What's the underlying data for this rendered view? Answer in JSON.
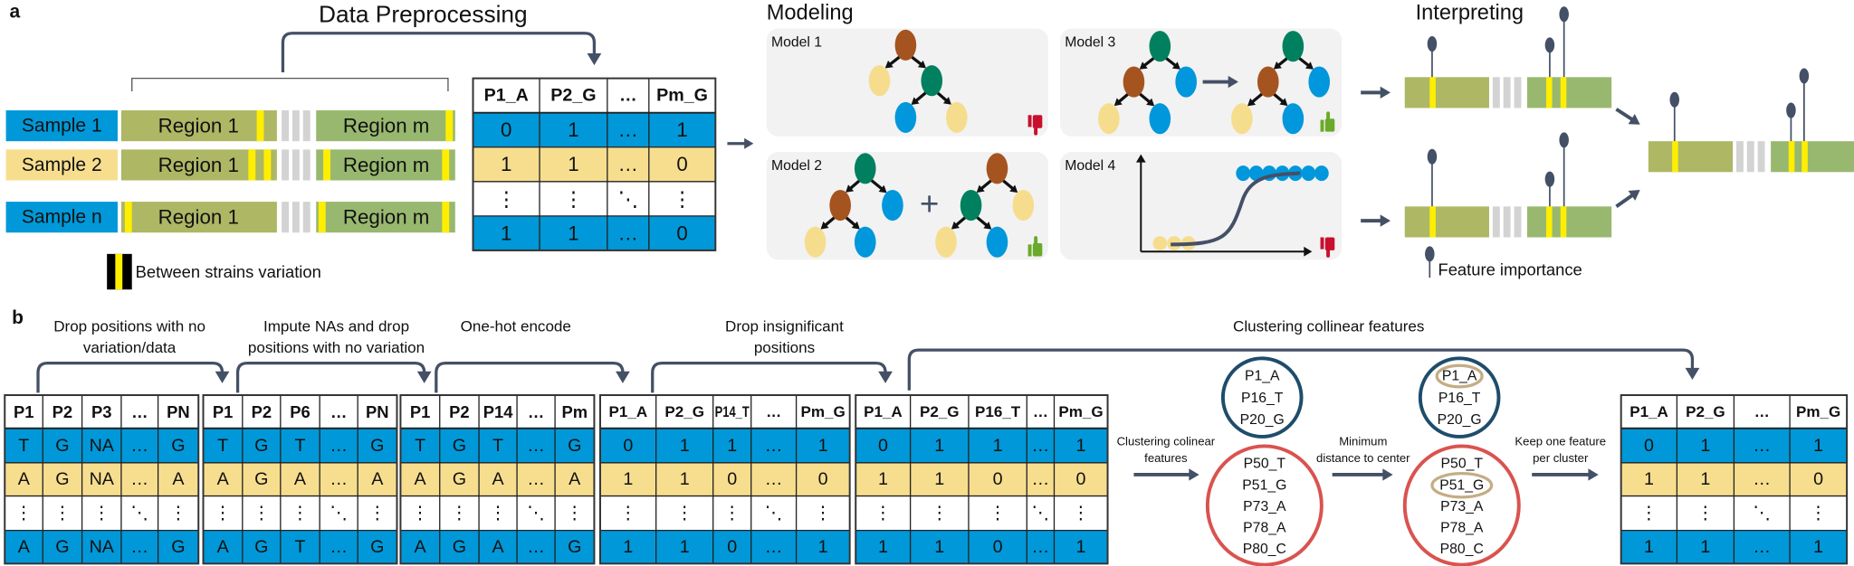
{
  "colors": {
    "sample_blue": "#0098d8",
    "sample_beige": "#f7de8f",
    "region_olive": "#adb764",
    "region_green": "#98b86f",
    "gap_gray": "#d3d3d3",
    "variation_yellow": "#ffee00",
    "arrow_slate": "#445066",
    "panel_bg": "#f2f2f2",
    "node_brown": "#a5541f",
    "node_green": "#00805e",
    "node_blue": "#0097dc",
    "node_beige": "#f6dd8e",
    "thumbs_down_red": "#c8102e",
    "thumbs_up_green": "#6aaa2a",
    "cluster_blue": "#1e4d6b",
    "cluster_red": "#d9534f",
    "selected_tan": "#c4ad84"
  },
  "panel_a": {
    "label": "a",
    "data_preprocessing": {
      "title": "Data Preprocessing",
      "samples": [
        {
          "label": "Sample 1",
          "region_first": "Region 1",
          "region_last": "Region m"
        },
        {
          "label": "Sample 2",
          "region_first": "Region 1",
          "region_last": "Region m"
        },
        {
          "label": "Sample n",
          "region_first": "Region 1",
          "region_last": "Region m"
        }
      ],
      "legend": "Between strains variation",
      "table": {
        "header": [
          "P1_A",
          "P2_G",
          "…",
          "Pm_G"
        ],
        "rows": [
          [
            "0",
            "1",
            "…",
            "1"
          ],
          [
            "1",
            "1",
            "…",
            "0"
          ],
          [
            "⋮",
            "⋮",
            "⋱",
            "⋮"
          ],
          [
            "1",
            "1",
            "…",
            "0"
          ]
        ]
      }
    },
    "modeling": {
      "title": "Modeling",
      "models": [
        {
          "label": "Model 1",
          "verdict": "thumbs-down"
        },
        {
          "label": "Model 2",
          "verdict": "thumbs-up"
        },
        {
          "label": "Model 3",
          "verdict": "thumbs-up"
        },
        {
          "label": "Model 4",
          "verdict": "thumbs-down"
        }
      ],
      "plus": "+"
    },
    "interpreting": {
      "title": "Interpreting",
      "legend": "Feature importance"
    }
  },
  "panel_b": {
    "label": "b",
    "steps": [
      {
        "lines": [
          "Drop positions with no",
          "variation/data"
        ]
      },
      {
        "lines": [
          "Impute NAs and drop",
          "positions with no variation"
        ]
      },
      {
        "lines": [
          "One-hot encode"
        ]
      },
      {
        "lines": [
          "Drop insignificant",
          "positions"
        ]
      },
      {
        "lines": [
          "Clustering collinear features"
        ]
      }
    ],
    "tables": [
      {
        "header": [
          "P1",
          "P2",
          "P3",
          "…",
          "PN"
        ],
        "rows": [
          [
            "T",
            "G",
            "NA",
            "…",
            "G"
          ],
          [
            "A",
            "G",
            "NA",
            "…",
            "A"
          ],
          [
            "⋮",
            "⋮",
            "⋮",
            "⋱",
            "⋮"
          ],
          [
            "A",
            "G",
            "NA",
            "…",
            "G"
          ]
        ]
      },
      {
        "header": [
          "P1",
          "P2",
          "P6",
          "…",
          "PN"
        ],
        "rows": [
          [
            "T",
            "G",
            "T",
            "…",
            "G"
          ],
          [
            "A",
            "G",
            "A",
            "…",
            "A"
          ],
          [
            "⋮",
            "⋮",
            "⋮",
            "⋱",
            "⋮"
          ],
          [
            "A",
            "G",
            "T",
            "…",
            "G"
          ]
        ]
      },
      {
        "header": [
          "P1",
          "P2",
          "P14",
          "…",
          "Pm"
        ],
        "rows": [
          [
            "T",
            "G",
            "T",
            "…",
            "G"
          ],
          [
            "A",
            "G",
            "A",
            "…",
            "A"
          ],
          [
            "⋮",
            "⋮",
            "⋮",
            "⋱",
            "⋮"
          ],
          [
            "A",
            "G",
            "A",
            "…",
            "G"
          ]
        ]
      },
      {
        "header": [
          "P1_A",
          "P2_G",
          "P14_T",
          "…",
          "Pm_G"
        ],
        "rows": [
          [
            "0",
            "1",
            "1",
            "…",
            "1"
          ],
          [
            "1",
            "1",
            "0",
            "…",
            "0"
          ],
          [
            "⋮",
            "⋮",
            "⋮",
            "⋱",
            "⋮"
          ],
          [
            "1",
            "1",
            "0",
            "…",
            "1"
          ]
        ]
      },
      {
        "header": [
          "P1_A",
          "P2_G",
          "P16_T",
          "…",
          "Pm_G"
        ],
        "rows": [
          [
            "0",
            "1",
            "1",
            "…",
            "1"
          ],
          [
            "1",
            "1",
            "0",
            "…",
            "0"
          ],
          [
            "⋮",
            "⋮",
            "⋮",
            "⋱",
            "⋮"
          ],
          [
            "1",
            "1",
            "0",
            "…",
            "1"
          ]
        ]
      },
      {
        "header": [
          "P1_A",
          "P2_G",
          "…",
          "Pm_G"
        ],
        "rows": [
          [
            "0",
            "1",
            "…",
            "1"
          ],
          [
            "1",
            "1",
            "…",
            "0"
          ],
          [
            "⋮",
            "⋮",
            "⋱",
            "⋮"
          ],
          [
            "1",
            "1",
            "…",
            "1"
          ]
        ]
      }
    ],
    "clustering": {
      "transitions": [
        {
          "lines": [
            "Clustering colinear",
            "features"
          ]
        },
        {
          "lines": [
            "Minimum",
            "distance to center"
          ]
        },
        {
          "lines": [
            "Keep one feature",
            "per cluster"
          ]
        }
      ],
      "cluster_1": [
        "P1_A",
        "P16_T",
        "P20_G"
      ],
      "cluster_2": [
        "P50_T",
        "P51_G",
        "P73_A",
        "P78_A",
        "P80_C"
      ],
      "selected": [
        "P1_A",
        "P51_G"
      ]
    }
  }
}
